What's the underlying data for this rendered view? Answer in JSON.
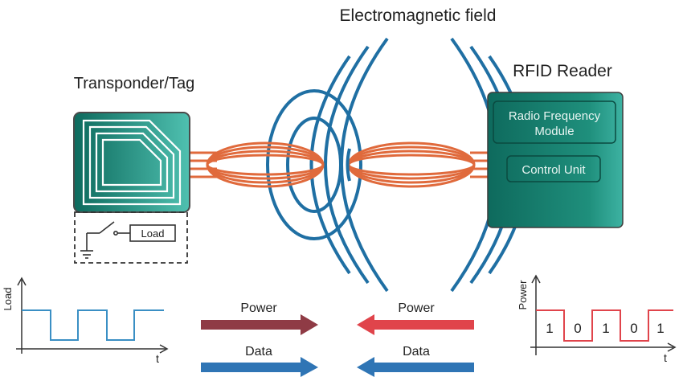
{
  "title": "Electromagnetic field",
  "tag": {
    "heading": "Transponder/Tag",
    "load_label": "Load"
  },
  "reader": {
    "heading": "RFID Reader",
    "rf_module_line1": "Radio Frequency",
    "rf_module_line2": "Module",
    "control_unit": "Control Unit"
  },
  "arrows": {
    "power_left": "Power",
    "power_right": "Power",
    "data_left": "Data",
    "data_right": "Data"
  },
  "left_plot": {
    "ylabel": "Load",
    "xlabel": "t"
  },
  "right_plot": {
    "ylabel": "Power",
    "xlabel": "t",
    "bits": [
      "1",
      "0",
      "1",
      "0",
      "1"
    ]
  },
  "colors": {
    "teal_dark": "#0d6b5f",
    "teal_light": "#2aa08e",
    "coil": "#e06a3c",
    "field": "#1f6fa3",
    "power_arrow_left": "#8f3b45",
    "power_arrow_right": "#e0444b",
    "data_arrow": "#2f75b5",
    "left_signal": "#3a8fc4",
    "right_signal": "#e0444b"
  }
}
